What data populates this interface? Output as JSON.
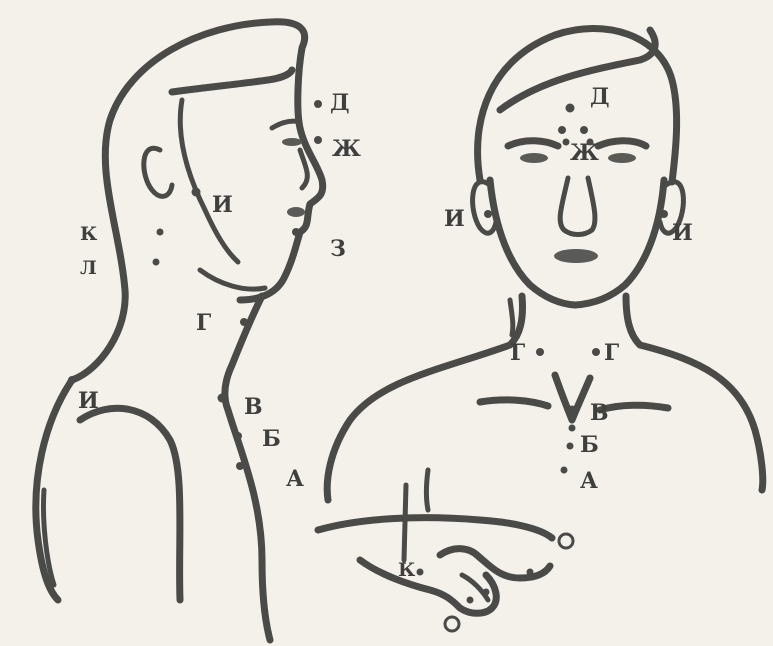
{
  "profile_figure": {
    "labels": {
      "d": "Д",
      "zh": "Ж",
      "z": "З",
      "i_face": "И",
      "k": "К",
      "l": "Л",
      "g": "Г",
      "i_neck": "И",
      "v": "В",
      "b": "Б",
      "a": "А"
    }
  },
  "front_figure": {
    "labels": {
      "d": "Д",
      "zh": "Ж",
      "i_left": "И",
      "i_right": "И",
      "g_left": "Г",
      "g_right": "Г",
      "v": "В",
      "b": "Б",
      "a": "А",
      "k_hand": "К",
      "o_top": "О",
      "o_bottom": "О"
    }
  }
}
